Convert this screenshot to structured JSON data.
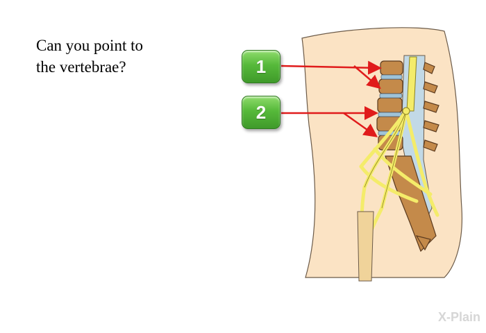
{
  "question": {
    "line1": "Can you point to",
    "line2": "the vertebrae?"
  },
  "buttons": [
    {
      "label": "1"
    },
    {
      "label": "2"
    }
  ],
  "logo_text": "X-Plain",
  "colors": {
    "button_green": "#56b93a",
    "arrow_red": "#e01b1b",
    "skin": "#fbe3c4",
    "nerve_yellow": "#f4ec6a",
    "bone": "#c48a4a"
  }
}
